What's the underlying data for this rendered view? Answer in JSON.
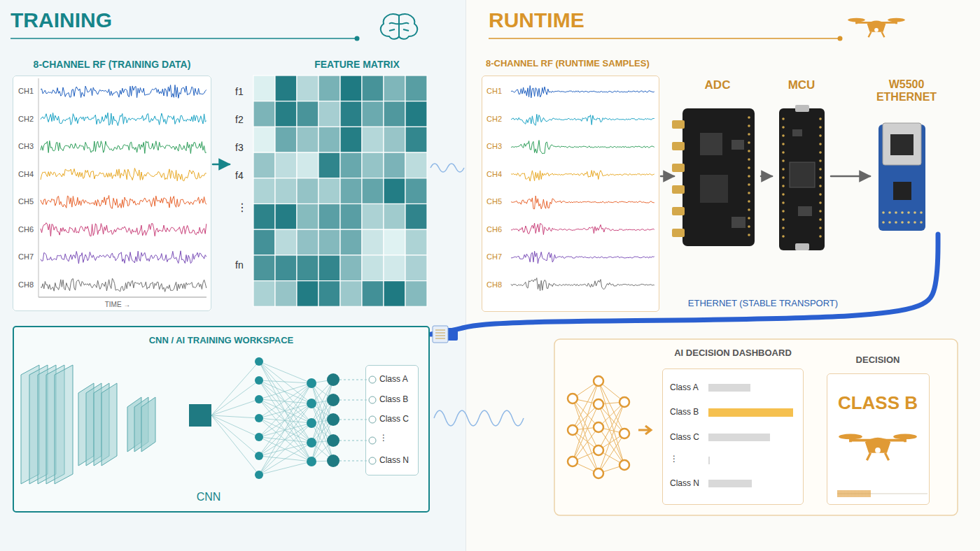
{
  "diagram": {
    "nodes": [
      {
        "text": [
          "TRAINING"
        ]
      },
      {
        "text": [
          "8-CHANNEL RF (TRAINING DATA)",
          "CH1",
          "CH2",
          "CH3",
          "CH4",
          "CH5",
          "CH6",
          "CH7",
          "CH8",
          "TIME →"
        ],
        "in": 0
      },
      {
        "text": [
          "FEATURE MATRIX",
          "f1",
          "f2",
          "f3",
          "f4",
          "⋮",
          "fn"
        ],
        "in": 0
      },
      {
        "text": [
          "CNN / AI TRAINING WORKSPACE",
          "CNN"
        ],
        "in": 0
      },
      {
        "text": [
          "Class A",
          "Class B",
          "Class C",
          "⋮",
          "Class N"
        ],
        "in": 3
      },
      {
        "text": [
          "RUNTIME"
        ]
      },
      {
        "text": [
          "8-CHANNEL RF (RUNTIME SAMPLES)",
          "CH1",
          "CH2",
          "CH3",
          "CH4",
          "CH5",
          "CH6",
          "CH7",
          "CH8"
        ],
        "in": 5
      },
      {
        "text": [
          "ADC"
        ],
        "in": 5
      },
      {
        "text": [
          "MCU"
        ],
        "in": 5
      },
      {
        "text": [
          "W5500 ETHERNET"
        ],
        "in": 5
      },
      {
        "text": [
          "AI DECISION DASHBOARD",
          "Class A",
          "Class B",
          "Class C",
          "⋮",
          "Class N"
        ],
        "in": 5
      },
      {
        "text": [
          "DECISION",
          "CLASS B"
        ],
        "in": 5
      }
    ],
    "edges": [
      {
        "from": 1,
        "to": 2,
        "arrow": "to"
      },
      {
        "from": 6,
        "to": 7,
        "arrow": "to"
      },
      {
        "from": 7,
        "to": 8,
        "arrow": "to"
      },
      {
        "from": 8,
        "to": 9,
        "arrow": "to"
      },
      {
        "from": 9,
        "to": 3,
        "label": "ETHERNET (STABLE TRANSPORT)",
        "arrow": "none"
      }
    ]
  }
}
